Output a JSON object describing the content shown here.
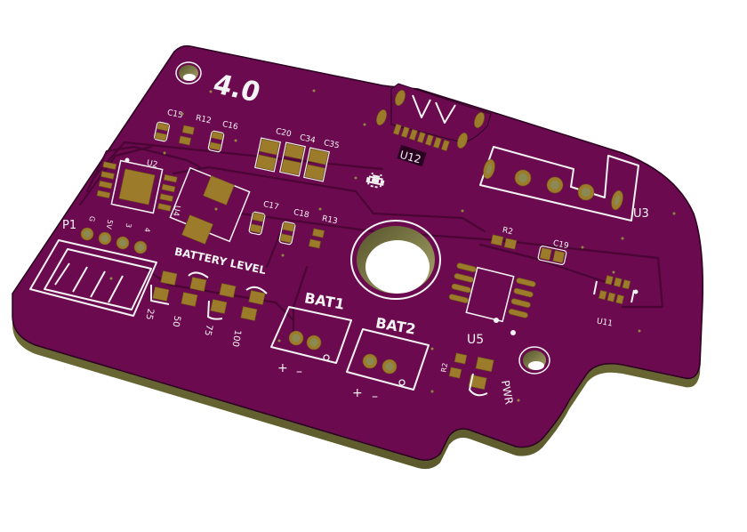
{
  "scene": {
    "title": "3D PCB render",
    "colors": {
      "background": "#ffffff",
      "soldermask": "#6b0a4f",
      "soldermask_dark": "#540840",
      "board_edge": "#7d7a3c",
      "board_edge_dark": "#55522a",
      "copper_pad": "#9c7c2a",
      "silkscreen": "#f4f4f4",
      "hole_wall": "#8a8a55"
    }
  },
  "board": {
    "version_label": "4.0",
    "mounting_holes": 3,
    "center_hole_label": "",
    "mascot_icon": "space-invader"
  },
  "components": {
    "top_caps": [
      {
        "ref": "C15"
      },
      {
        "ref": "R12"
      },
      {
        "ref": "C16"
      }
    ],
    "bulk_caps": [
      {
        "ref": "C20"
      },
      {
        "ref": "C34"
      },
      {
        "ref": "C35"
      }
    ],
    "u2": {
      "ref": "U2"
    },
    "u4": {
      "ref": "U4"
    },
    "mid_caps": [
      {
        "ref": "C17"
      },
      {
        "ref": "C18"
      },
      {
        "ref": "R13"
      }
    ],
    "u12": {
      "ref": "U12"
    },
    "u3": {
      "ref": "U3"
    },
    "r2_top": {
      "ref": "R2"
    },
    "c19": {
      "ref": "C19"
    },
    "u5": {
      "ref": "U5"
    },
    "u11": {
      "ref": "U11"
    },
    "p1": {
      "ref": "P1",
      "pins": [
        "G",
        "5V",
        "3",
        "4"
      ]
    },
    "battery_level": {
      "title": "BATTERY LEVEL",
      "leds": [
        "25",
        "50",
        "75",
        "100"
      ]
    },
    "bat1": {
      "ref": "BAT1",
      "plus": "+",
      "minus": "–"
    },
    "bat2": {
      "ref": "BAT2",
      "plus": "+",
      "minus": "–"
    },
    "pwr": {
      "r_ref": "R2",
      "label": "PWR"
    }
  }
}
